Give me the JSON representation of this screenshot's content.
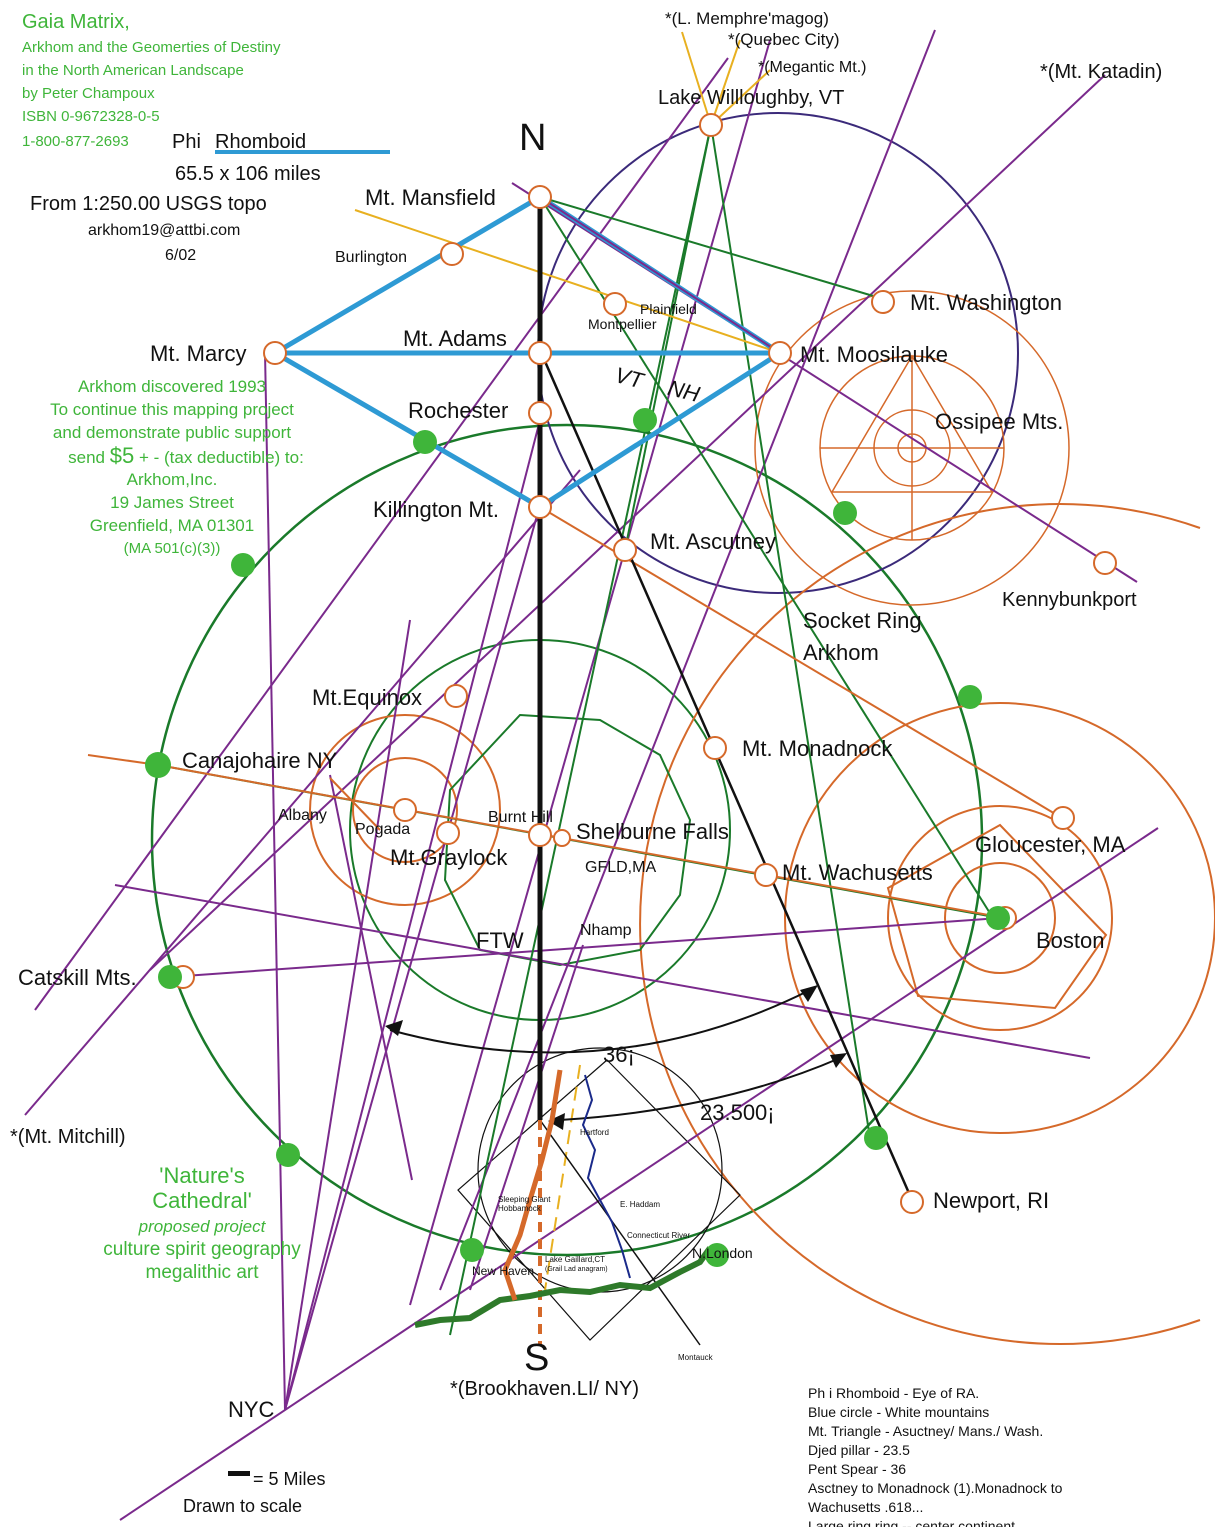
{
  "header": {
    "title": "Gaia Matrix,",
    "subtitle_lines": [
      "Arkhom and the Geomerties of Destiny",
      "in the North American Landscape",
      "by Peter Champoux",
      "ISBN 0-9672328-0-5"
    ],
    "phone": "1-800-877-2693",
    "phi_label": "Phi",
    "rhomboid_label": "Rhomboid",
    "dimensions": "65.5 x 106 miles",
    "source": "From 1:250.00 USGS topo",
    "email": "arkhom19@attbi.com",
    "date": "6/02"
  },
  "appeal": {
    "lines": [
      "Arkhom discovered 1993",
      "To continue this mapping project",
      "and demonstrate public support"
    ],
    "send_prefix": "send ",
    "send_amount": "$5",
    "send_suffix": " + - (tax deductible) to:",
    "address_lines": [
      "Arkhom,Inc.",
      "19 James Street",
      "Greenfield, MA 01301"
    ],
    "tax_note": "(MA 501(c)(3))"
  },
  "compass": {
    "north": "N",
    "south": "S"
  },
  "angles": {
    "pent": "36¡",
    "djed": "23.500¡"
  },
  "places": {
    "memphremagog": "*(L. Memphre'magog)",
    "quebec": "*(Quebec City)",
    "megantic": "*(Megantic Mt.)",
    "willoughby": "Lake Willloughby, VT",
    "katadin": "*(Mt. Katadin)",
    "mansfield": "Mt. Mansfield",
    "burlington": "Burlington",
    "plainfield": "Plainfield",
    "montpellier": "Montpellier",
    "washington": "Mt. Washington",
    "marcy": "Mt. Marcy",
    "adams": "Mt. Adams",
    "moosilauke": "Mt. Moosilauke",
    "vt": "VT",
    "nh": "NH",
    "rochester": "Rochester",
    "ossipee": "Ossipee Mts.",
    "killington": "Killington Mt.",
    "ascutney": "Mt. Ascutney",
    "kennybunkport": "Kennybunkport",
    "socket1": "Socket Ring",
    "socket2": "Arkhom",
    "equinox": "Mt.Equinox",
    "monadnock": "Mt. Monadnock",
    "canajoharie": "Canajohaire NY",
    "albany": "Albany",
    "pogada": "Pogada",
    "burnthill": "Burnt Hill",
    "shelburne": "Shelburne Falls",
    "graylock": "Mt.Graylock",
    "gfld": "GFLD,MA",
    "wachusetts": "Mt. Wachusetts",
    "gloucester": "Gloucester, MA",
    "ftw": "FTW",
    "nhamp": "Nhamp",
    "boston": "Boston",
    "catskill": "Catskill Mts.",
    "mitchill": "*(Mt. Mitchill)",
    "hartford": "Hartford",
    "sleeping": "Sleeping Giant",
    "hobbamock": "Hobbamock",
    "haddam": "E. Haddam",
    "ctriver": "Connecticut River",
    "newhaven": "New Haven",
    "gaillard": "Lake Gaillard,CT",
    "grail": "(Grail Lad anagram)",
    "nlondon": "N.London",
    "newport": "Newport, RI",
    "montauk": "Montauck",
    "brookhaven": "*(Brookhaven.LI/ NY)",
    "nyc": "NYC"
  },
  "cathedral": {
    "title_line1": "'Nature's",
    "title_line2": "Cathedral'",
    "note": "proposed project",
    "line3": "culture spirit geography",
    "line4": "megalithic art"
  },
  "scale": {
    "label": "= 5 Miles",
    "note": "Drawn to scale"
  },
  "legend": [
    "Ph i Rhomboid - Eye of RA.",
    "Blue circle - White mountains",
    "Mt. Triangle - Asuctney/ Mans./ Wash.",
    "Djed pillar - 23.5",
    "Pent Spear - 36",
    "Asctney to Monadnock (1).Monadnock to",
    "Wachusetts .618...",
    "Large ring ring -- center continent"
  ],
  "colors": {
    "rhomboid_blue": "#2e9ad4",
    "ring_green": "#1a7a2a",
    "node_green": "#3fb53a",
    "site_orange": "#d5692a",
    "ray_purple": "#7a2a8c",
    "ring_purple": "#3b2a7a",
    "ray_yellow": "#e8b020",
    "label_green": "#3fb53a"
  }
}
